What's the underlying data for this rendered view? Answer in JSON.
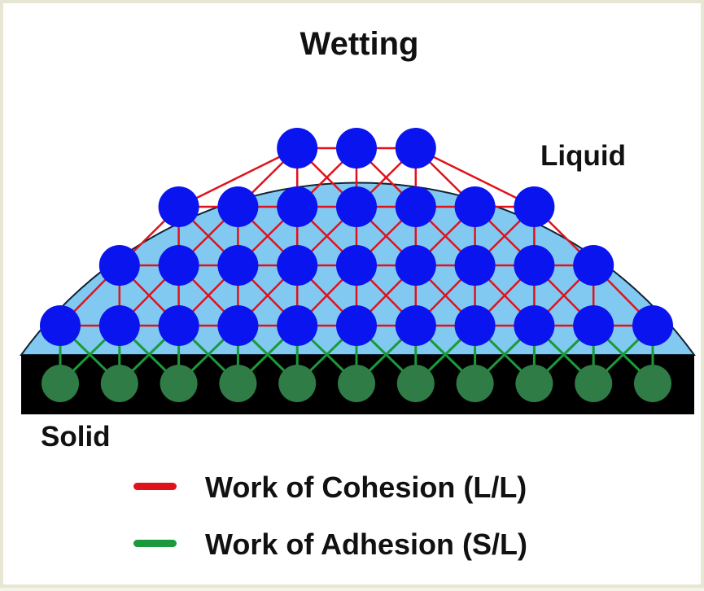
{
  "title": "Wetting",
  "labels": {
    "liquid": "Liquid",
    "solid": "Solid"
  },
  "legend": [
    {
      "key": "cohesion",
      "label": "Work of Cohesion (L/L)",
      "color": "#e0121c"
    },
    {
      "key": "adhesion",
      "label": "Work of Adhesion (S/L)",
      "color": "#1a9a3a"
    }
  ],
  "colors": {
    "liquid_fill": "#82c9f2",
    "liquid_molecule": "#0a14ee",
    "solid_fill": "#000000",
    "solid_molecule": "#2f7c46",
    "cohesion_bond": "#e0121c",
    "adhesion_bond": "#1a9a3a",
    "outline": "#0f2233"
  },
  "molecules": {
    "liquid_rows": [
      {
        "row": 1,
        "count": 3
      },
      {
        "row": 2,
        "count": 7
      },
      {
        "row": 3,
        "count": 9
      },
      {
        "row": 4,
        "count": 11
      }
    ],
    "solid_count": 11
  }
}
